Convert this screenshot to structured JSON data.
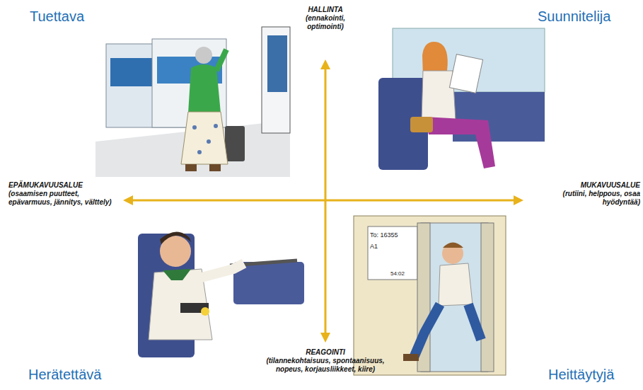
{
  "diagram": {
    "labels": [
      "Tuettava",
      "HALLINTA",
      "(ennakointi, optimointi)",
      "Suunnitelija",
      "EPÄMUKAVUUSALUE",
      "(osaamisen puutteet, epävarmuus, jännitys, välttely)",
      "MUKAVUUSALUE",
      "(rutiini, helppous, osaa hyödyntää)",
      "To: 16355",
      "A1",
      "54:02",
      "REAGOINTI",
      "(tilannekohtaisuus, spontaanisuus, nopeus, korjausliikkeet, kiire)",
      "Herätettävä",
      "Heittäytyjä"
    ]
  }
}
